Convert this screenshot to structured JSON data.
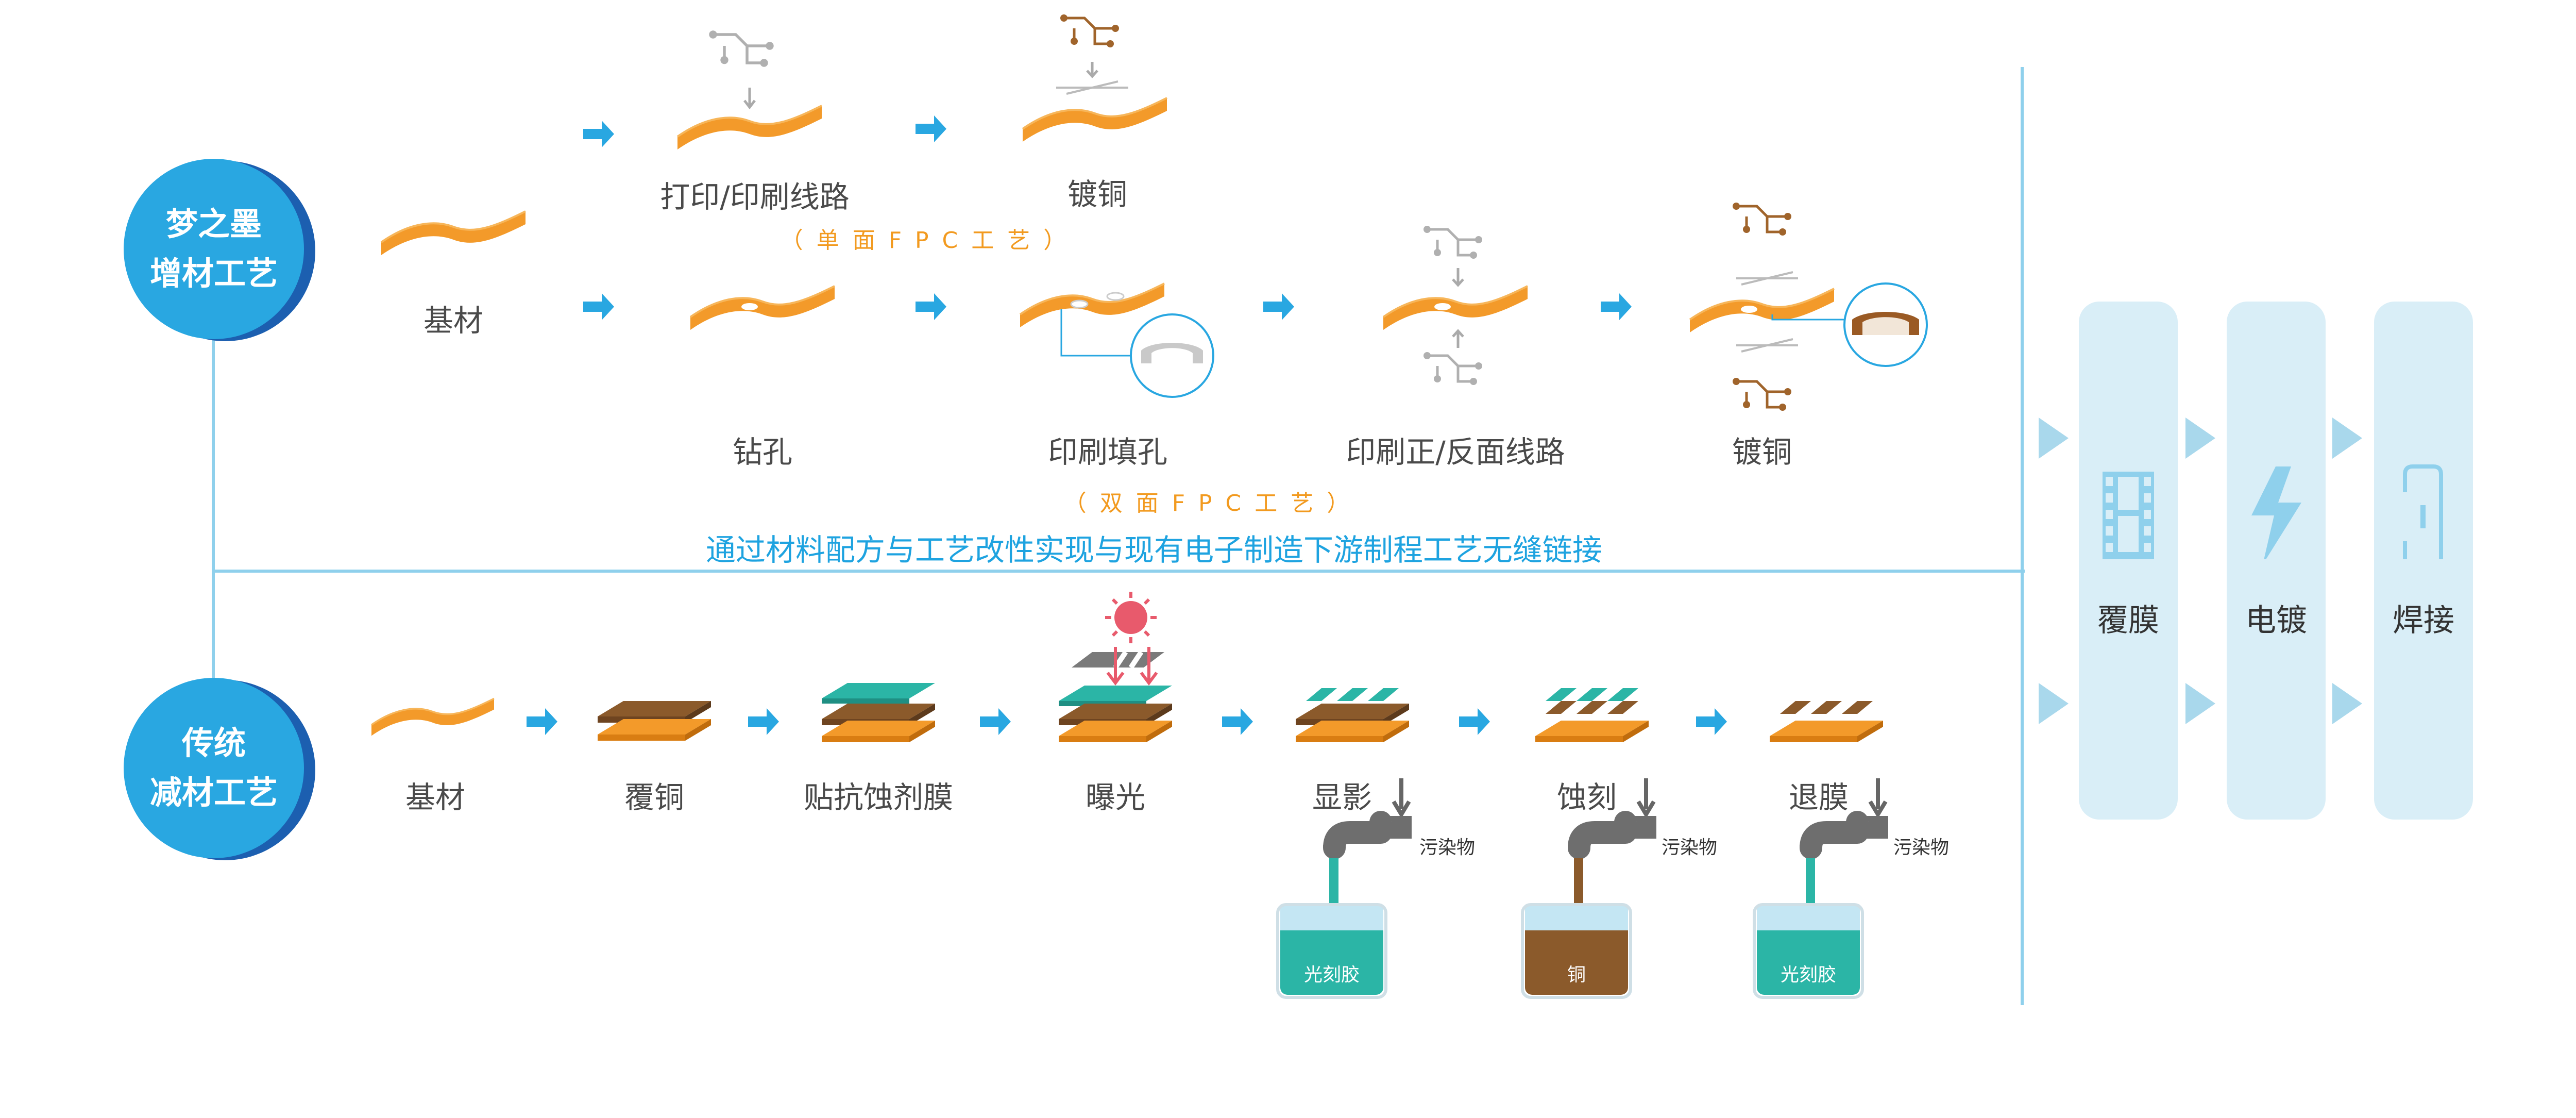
{
  "additive": {
    "circle_lines": [
      "梦之墨",
      "增材工艺"
    ],
    "substrate_label": "基材",
    "single": {
      "steps": [
        "打印/印刷线路",
        "镀铜"
      ],
      "note": "（单面FPC工艺）"
    },
    "double": {
      "steps": [
        "钻孔",
        "印刷填孔",
        "印刷正/反面线路",
        "镀铜"
      ],
      "note": "（双面FPC工艺）"
    },
    "connect_text": "通过材料配方与工艺改性实现与现有电子制造下游制程工艺无缝链接"
  },
  "subtractive": {
    "circle_lines": [
      "传统",
      "减材工艺"
    ],
    "steps": [
      "基材",
      "覆铜",
      "贴抗蚀剂膜",
      "曝光",
      "显影",
      "蚀刻",
      "退膜"
    ],
    "pollutant_label": "污染物",
    "beakers": [
      "光刻胶",
      "铜",
      "光刻胶"
    ]
  },
  "downstream": [
    {
      "label": "覆膜",
      "icon": "film-icon"
    },
    {
      "label": "电镀",
      "icon": "lightning-icon"
    },
    {
      "label": "焊接",
      "icon": "solder-icon"
    }
  ],
  "colors": {
    "accent_blue": "#29a7e1",
    "circle_shadow": "#1c5fb0",
    "substrate_orange": "#f39a2a",
    "copper_brown": "#8b5a2b",
    "resist_teal": "#2bb5a6",
    "note_orange": "#f29a1f",
    "panel_bg": "#d9eef7",
    "text_gray": "#4a4a4a"
  }
}
